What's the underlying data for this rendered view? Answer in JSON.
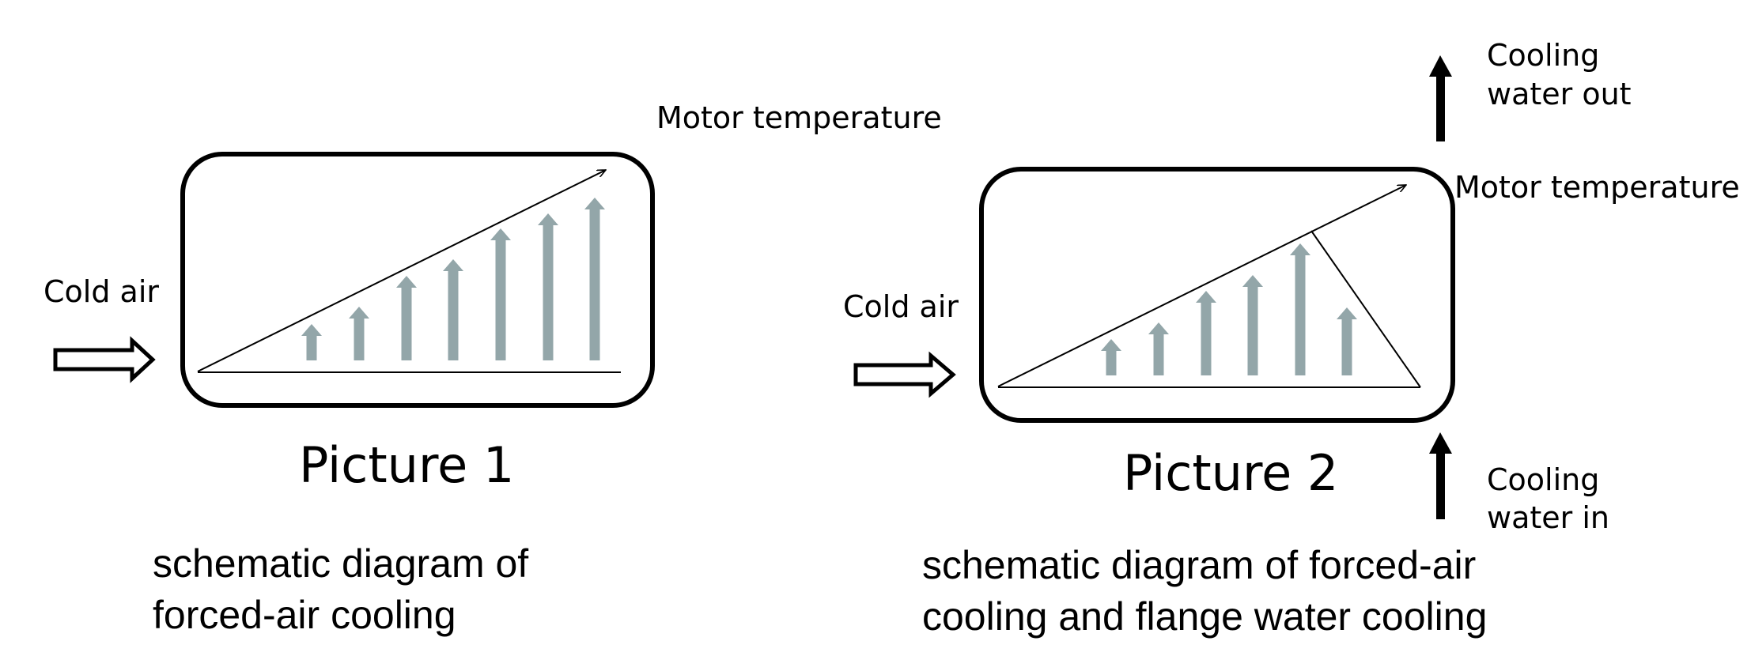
{
  "colors": {
    "stroke": "#000000",
    "heat_arrow": "#93a6a9",
    "background": "#ffffff"
  },
  "picture1": {
    "cold_air_label": "Cold air",
    "motor_temperature_label": "Motor temperature",
    "title": "Picture 1",
    "caption_lines": [
      "schematic diagram of",
      "forced-air cooling"
    ]
  },
  "picture2": {
    "cold_air_label": "Cold air",
    "motor_temperature_label": "Motor temperature",
    "cooling_water_out_lines": [
      "Cooling",
      "water out"
    ],
    "cooling_water_in_lines": [
      "Cooling",
      "water in"
    ],
    "title": "Picture 2",
    "caption_lines": [
      "schematic diagram of forced-air",
      "cooling and flange water cooling"
    ]
  }
}
